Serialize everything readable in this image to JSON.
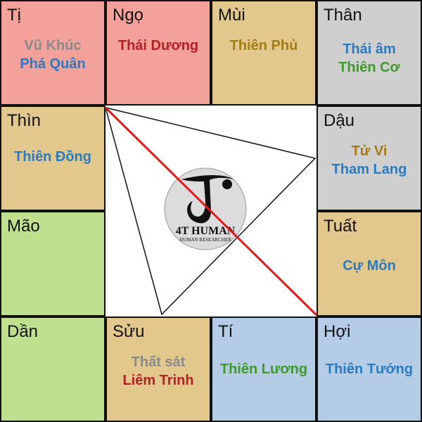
{
  "cells": {
    "ti_top": {
      "name": "Tị",
      "stars": [
        {
          "text": "Vũ Khúc",
          "color": "#8a8a8a"
        },
        {
          "text": "Phá Quân",
          "color": "#2a7bc0"
        }
      ]
    },
    "ngo": {
      "name": "Ngọ",
      "stars": [
        {
          "text": "Thái Dương",
          "color": "#b52025"
        }
      ]
    },
    "mui": {
      "name": "Mùi",
      "stars": [
        {
          "text": "Thiên Phủ",
          "color": "#a47c15"
        }
      ]
    },
    "than": {
      "name": "Thân",
      "stars": [
        {
          "text": "Thái âm",
          "color": "#2a7bc0"
        },
        {
          "text": "Thiên Cơ",
          "color": "#3f9a2b"
        }
      ]
    },
    "thin": {
      "name": "Thìn",
      "stars": [
        {
          "text": "Thiên Đồng",
          "color": "#2a7bc0"
        }
      ]
    },
    "dau": {
      "name": "Dậu",
      "stars": [
        {
          "text": "Tử Vi",
          "color": "#a47c15"
        },
        {
          "text": "Tham Lang",
          "color": "#2a7bc0"
        }
      ]
    },
    "mao": {
      "name": "Mão",
      "stars": []
    },
    "tuat": {
      "name": "Tuất",
      "stars": [
        {
          "text": "Cự Môn",
          "color": "#2a7bc0"
        }
      ]
    },
    "dan": {
      "name": "Dần",
      "stars": []
    },
    "suu": {
      "name": "Sửu",
      "stars": [
        {
          "text": "Thất sát",
          "color": "#8a8a8a"
        },
        {
          "text": "Liêm Trinh",
          "color": "#b52025"
        }
      ]
    },
    "ti_bottom": {
      "name": "Tí",
      "stars": [
        {
          "text": "Thiên Lương",
          "color": "#3f9a2b"
        }
      ]
    },
    "hoi": {
      "name": "Hợi",
      "stars": [
        {
          "text": "Thiên Tướng",
          "color": "#2a7bc0"
        }
      ]
    }
  },
  "logo": {
    "line1": "4T HUMAN",
    "line2": "HUMAN RESEARCHER"
  },
  "colors": {
    "diagonal": "#e01b1b",
    "triangle": "#111111"
  }
}
